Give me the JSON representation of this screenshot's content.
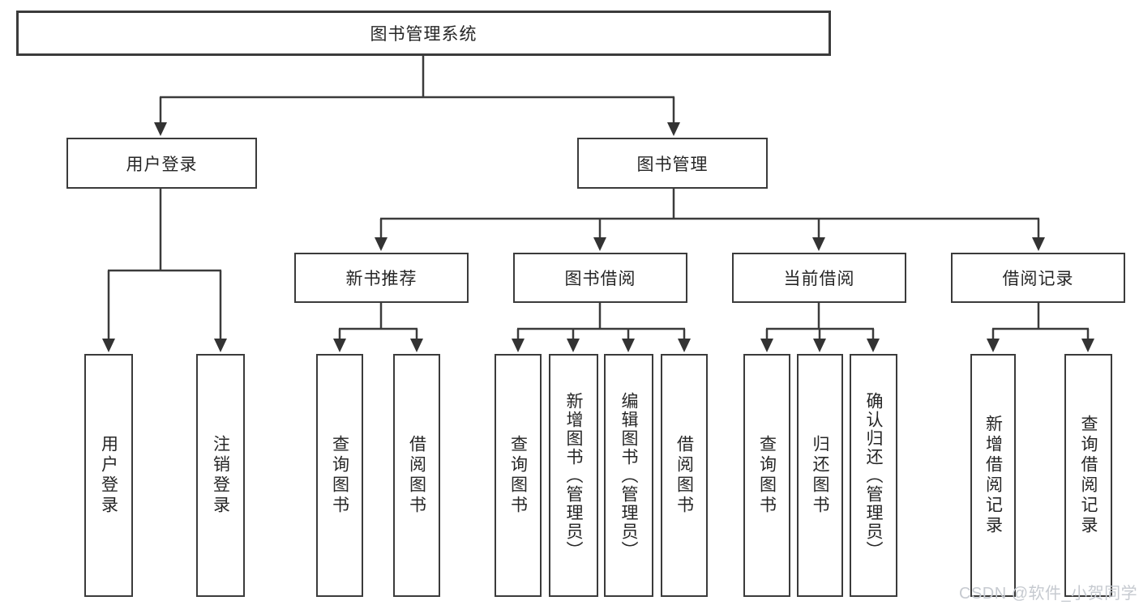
{
  "tree": {
    "root": "图书管理系统",
    "level2": {
      "user_login": "用户登录",
      "book_mgmt": "图书管理"
    },
    "level3": {
      "new_books": "新书推荐",
      "borrow": "图书借阅",
      "current": "当前借阅",
      "records": "借阅记录"
    },
    "leaves": {
      "user_login": [
        "用户登录",
        "注销登录"
      ],
      "new_books": [
        "查询图书",
        "借阅图书"
      ],
      "borrow": [
        "查询图书",
        "新增图书（管理员）",
        "编辑图书（管理员）",
        "借阅图书"
      ],
      "current": [
        "查询图书",
        "归还图书",
        "确认归还（管理员）"
      ],
      "records": [
        "新增借阅记录",
        "查询借阅记录"
      ]
    }
  },
  "watermark": {
    "text": "CSDN @软件_小贺同学"
  },
  "colors": {
    "line": "#3b3b3b",
    "arrow": "#333333",
    "text": "#262626",
    "background": "#ffffff",
    "watermark": "#c6cad0"
  }
}
